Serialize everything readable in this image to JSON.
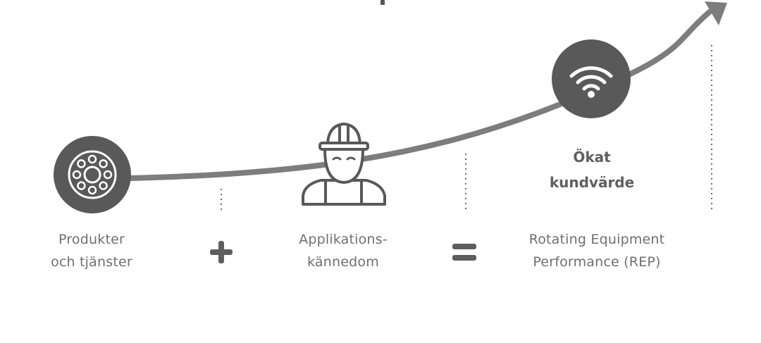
{
  "diagram": {
    "items": [
      {
        "line1": "Produkter",
        "line2": "och tjänster",
        "icon": "bearing-icon"
      },
      {
        "line1": "Applikations-",
        "line2": "kännedom",
        "icon": "worker-icon"
      },
      {
        "line1": "Rotating Equipment",
        "line2": "Performance (REP)",
        "icon": "wifi-icon"
      }
    ],
    "operators": [
      "plus",
      "equals"
    ],
    "highlight": {
      "line1": "Ökat",
      "line2": "kundvärde"
    }
  },
  "colors": {
    "curve": "#7d7d7d",
    "icon_fill": "#595959",
    "text": "#6f6f6f",
    "dots": "#6a6a6a"
  }
}
